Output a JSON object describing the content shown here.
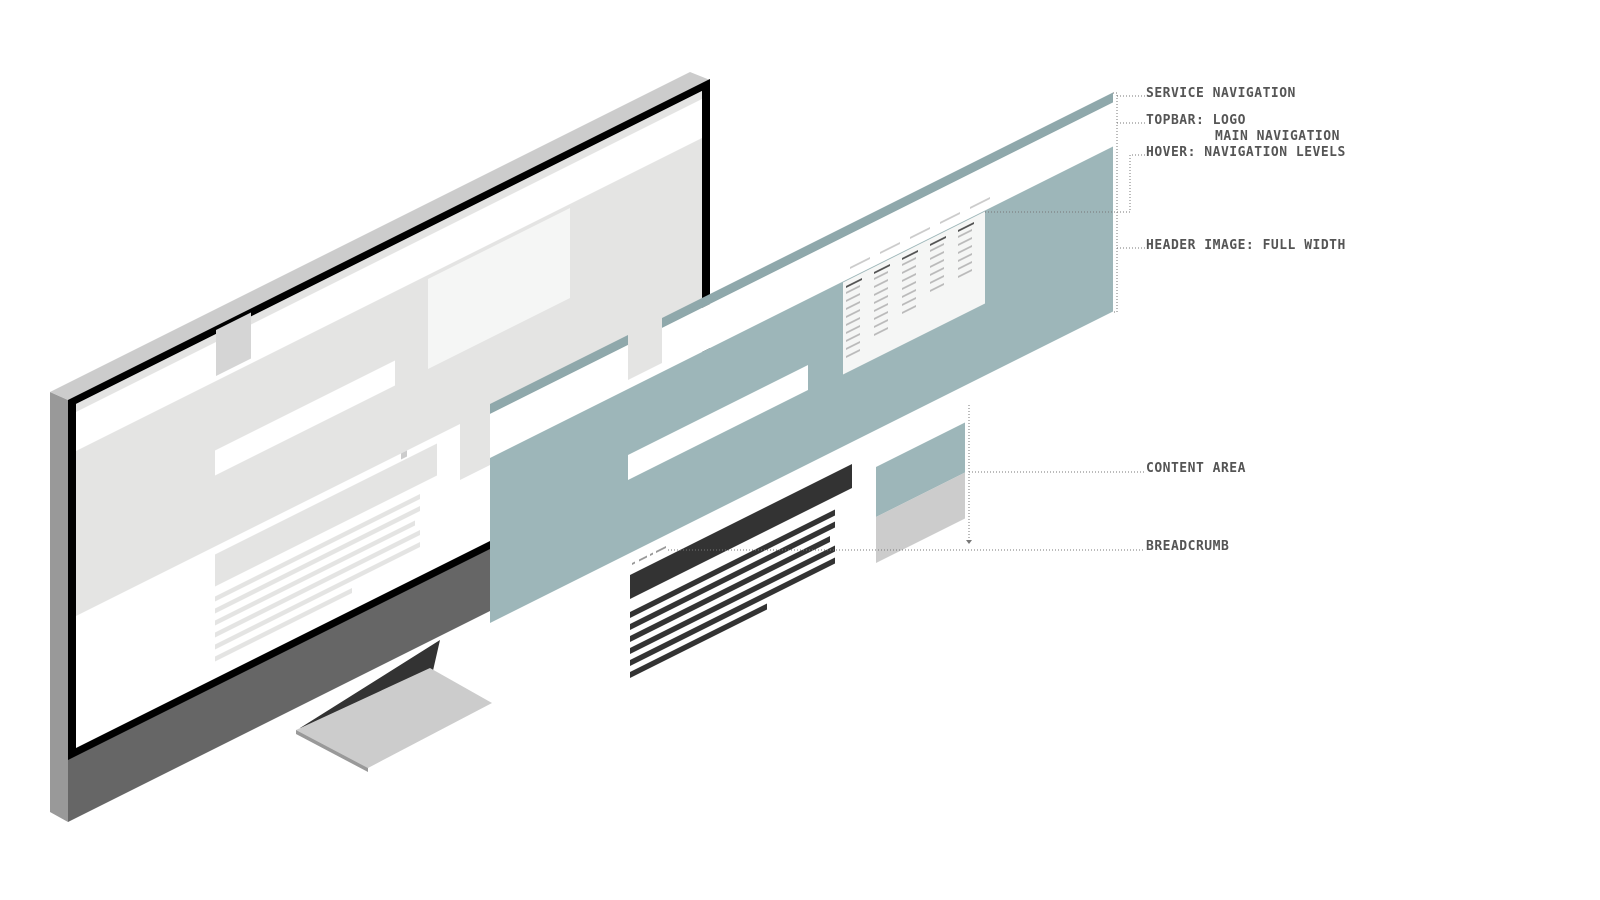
{
  "labels": {
    "service_navigation": "SERVICE NAVIGATION",
    "topbar_logo": "TOPBAR: LOGO",
    "main_navigation": "MAIN NAVIGATION",
    "hover_levels": "HOVER: NAVIGATION LEVELS",
    "header_image": "HEADER IMAGE: FULL WIDTH",
    "content_area": "CONTENT AREA",
    "breadcrumb": "BREADCRUMB"
  },
  "colors": {
    "accent": "#9db6b9",
    "service_nav": "#8fa8ab",
    "dark_text": "#333333",
    "light_gray": "#e4e4e3",
    "sidebar_gray": "#cccccc",
    "monitor_chin": "#666666",
    "leader": "#777777"
  }
}
